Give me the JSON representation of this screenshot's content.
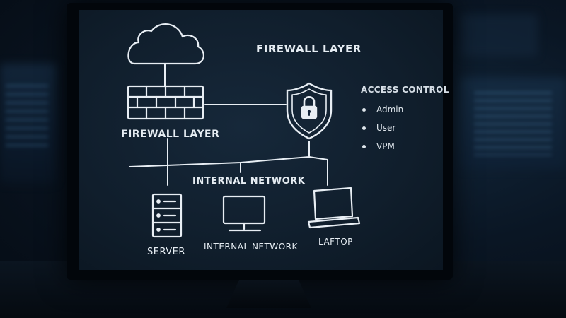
{
  "header": {
    "title": "FIREWALL LAYER"
  },
  "nodes": {
    "firewall_label": "FIREWALL LAYER",
    "internal_network_label": "INTERNAL NETWORK",
    "server_label": "SERVER",
    "monitor_label": "INTERNAL NETWORK",
    "laptop_label": "LAFTOP"
  },
  "access_control": {
    "title": "ACCESS CONTROL",
    "items": [
      {
        "label": "Admin"
      },
      {
        "label": "User"
      },
      {
        "label": "VPM"
      }
    ]
  },
  "icons": {
    "cloud": "cloud-icon",
    "firewall": "brick-wall-icon",
    "shield": "shield-lock-icon",
    "server": "server-icon",
    "monitor": "monitor-icon",
    "laptop": "laptop-icon"
  },
  "colors": {
    "line": "#e8eef4",
    "screen": "#13243a",
    "text": "#e6edf3"
  }
}
